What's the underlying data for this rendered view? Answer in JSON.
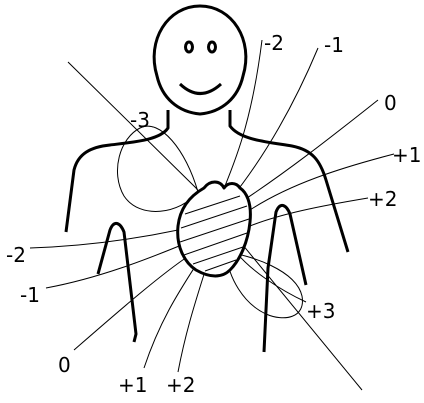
{
  "colors": {
    "outline": "#000000",
    "field_line": "#000000",
    "background": "#ffffff"
  },
  "figure": {
    "head": "smiley-face",
    "torso": "upper-body-outline",
    "heart": "heart-shape"
  },
  "labels": {
    "top_minus2": "-2",
    "top_minus1": "-1",
    "top_zero": "0",
    "right_plus1": "+1",
    "right_plus2": "+2",
    "left_minus3": "-3",
    "right_plus3": "+3",
    "left_minus2": "-2",
    "left_minus1": "-1",
    "bottom_zero": "0",
    "bottom_plus1": "+1",
    "bottom_plus2": "+2"
  }
}
